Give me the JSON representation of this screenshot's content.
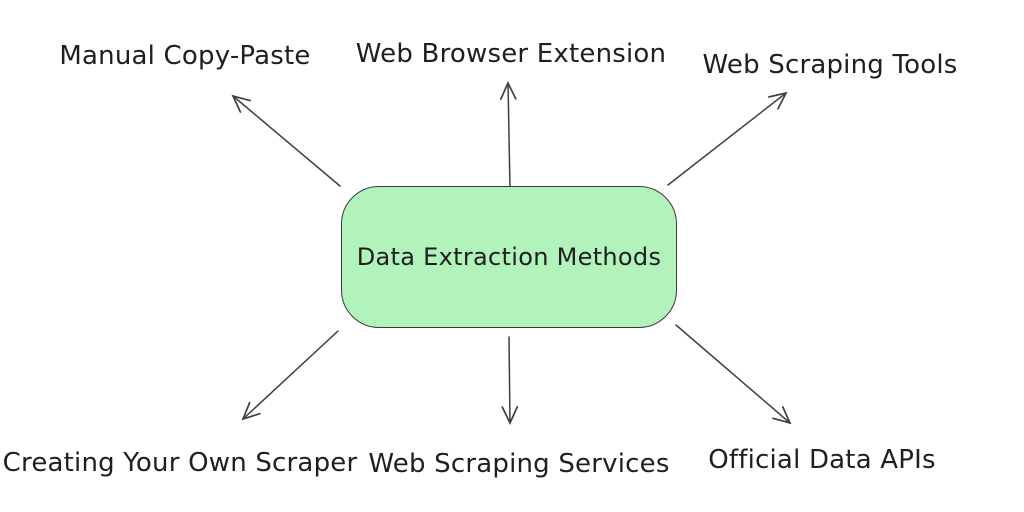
{
  "diagram": {
    "center": {
      "label": "Data Extraction Methods"
    },
    "nodes": [
      {
        "id": "manual-copy-paste",
        "label": "Manual Copy-Paste",
        "direction": "top-left"
      },
      {
        "id": "web-browser-extension",
        "label": "Web Browser Extension",
        "direction": "top-center"
      },
      {
        "id": "web-scraping-tools",
        "label": "Web Scraping Tools",
        "direction": "top-right"
      },
      {
        "id": "creating-your-own-scraper",
        "label": "Creating Your Own Scraper",
        "direction": "bottom-left"
      },
      {
        "id": "web-scraping-services",
        "label": "Web Scraping Services",
        "direction": "bottom-center"
      },
      {
        "id": "official-data-apis",
        "label": "Official Data APIs",
        "direction": "bottom-right"
      }
    ],
    "colors": {
      "background": "#ffffff",
      "center_fill": "#b2f2bb",
      "center_border": "#3a3a3a",
      "text": "#1f1f1f",
      "arrow": "#3f3f3f"
    }
  }
}
